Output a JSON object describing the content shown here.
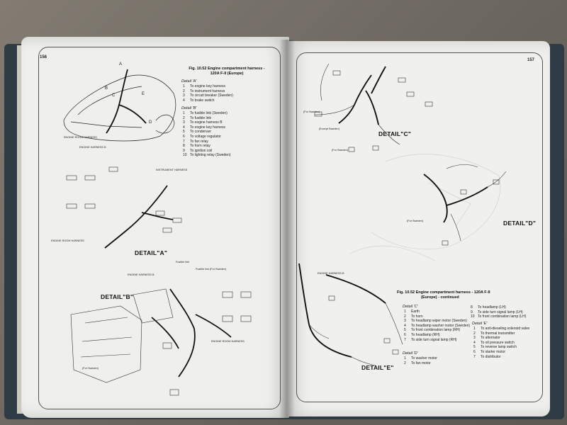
{
  "left_page": {
    "page_number": "156",
    "caption": {
      "title_line1": "Fig. 10.52 Engine compartment harness -",
      "title_line2": "120A F-II (Europe)"
    },
    "detail_a": {
      "heading": "Detail 'A'",
      "items": [
        {
          "n": "1",
          "text": "To engine key harness"
        },
        {
          "n": "2",
          "text": "To instrument harness"
        },
        {
          "n": "3",
          "text": "To circuit breaker (Sweden)"
        },
        {
          "n": "4",
          "text": "To brake switch"
        }
      ]
    },
    "detail_b": {
      "heading": "Detail 'B'",
      "items": [
        {
          "n": "1",
          "text": "To fusible link (Sweden)"
        },
        {
          "n": "2",
          "text": "To fusible link"
        },
        {
          "n": "3",
          "text": "To engine harness B"
        },
        {
          "n": "4",
          "text": "To engine key harness"
        },
        {
          "n": "5",
          "text": "To condenser"
        },
        {
          "n": "6",
          "text": "To voltage regulator"
        },
        {
          "n": "7",
          "text": "To fan relay"
        },
        {
          "n": "8",
          "text": "To horn relay"
        },
        {
          "n": "9",
          "text": "To ignition coil"
        },
        {
          "n": "10",
          "text": "To lighting relay (Sweden)"
        }
      ]
    },
    "diagram_letters": [
      "A",
      "B",
      "C",
      "E",
      "D"
    ],
    "diagram_labels": {
      "engine_room_harness": "ENGINE ROOM HARNESS",
      "engine_harness_b": "ENGINE HARNESS B",
      "instrument_harness": "INSTRUMENT HARNESS",
      "engine_room_harness_2": "ENGINE ROOM HARNESS",
      "engine_harness_b_2": "ENGINE HARNESS B",
      "fusible_link": "Fusible link",
      "fusible_link_sweden": "Fusible link (For Sweden)",
      "for_sweden": "(For Sweden)",
      "engine_room_harness_3": "ENGINE ROOM HARNESS"
    },
    "detail_labels": {
      "a": "DETAIL\"A\"",
      "b": "DETAIL\"B\""
    }
  },
  "right_page": {
    "page_number": "157",
    "caption": {
      "title_line1": "Fig. 10.52 Engine compartment harness - 120A F-II",
      "title_line2": "(Europe) - continued"
    },
    "detail_c": {
      "heading": "Detail 'C'",
      "items_left": [
        {
          "n": "1",
          "text": "Earth"
        },
        {
          "n": "2",
          "text": "To horn"
        },
        {
          "n": "3",
          "text": "To headlamp wiper motor (Sweden)"
        },
        {
          "n": "4",
          "text": "To headlamp washer motor (Sweden)"
        },
        {
          "n": "5",
          "text": "To front combination lamp (RH)"
        },
        {
          "n": "6",
          "text": "To headlamp (RH)"
        },
        {
          "n": "7",
          "text": "To side turn signal lamp (RH)"
        }
      ],
      "items_right": [
        {
          "n": "8",
          "text": "To headlamp (LH)"
        },
        {
          "n": "9",
          "text": "To side turn signal lamp (LH)"
        },
        {
          "n": "10",
          "text": "To front combination lamp (LH)"
        }
      ]
    },
    "detail_d": {
      "heading": "Detail 'D'",
      "items": [
        {
          "n": "1",
          "text": "To washer motor"
        },
        {
          "n": "2",
          "text": "To fan motor"
        }
      ]
    },
    "detail_e": {
      "heading": "Detail 'E'",
      "items": [
        {
          "n": "1",
          "text": "To anti-dieseling solenoid valve"
        },
        {
          "n": "2",
          "text": "To thermal transmitter"
        },
        {
          "n": "3",
          "text": "To alternator"
        },
        {
          "n": "4",
          "text": "To oil pressure switch"
        },
        {
          "n": "5",
          "text": "To reverse lamp switch"
        },
        {
          "n": "6",
          "text": "To starter motor"
        },
        {
          "n": "7",
          "text": "To distributor"
        }
      ]
    },
    "diagram_labels": {
      "engine_harness_b": "ENGINE HARNESS B",
      "for_sweden_1": "(For Sweden)",
      "for_sweden_2": "(For Sweden)",
      "for_sweden_3": "(For Sweden)",
      "except_sweden": "(Except Sweden)"
    },
    "detail_labels": {
      "c": "DETAIL\"C\"",
      "d": "DETAIL\"D\"",
      "e": "DETAIL\"E\""
    }
  },
  "colors": {
    "paper": "#efefeb",
    "ink": "#111111",
    "cover": "#2f3b44"
  }
}
